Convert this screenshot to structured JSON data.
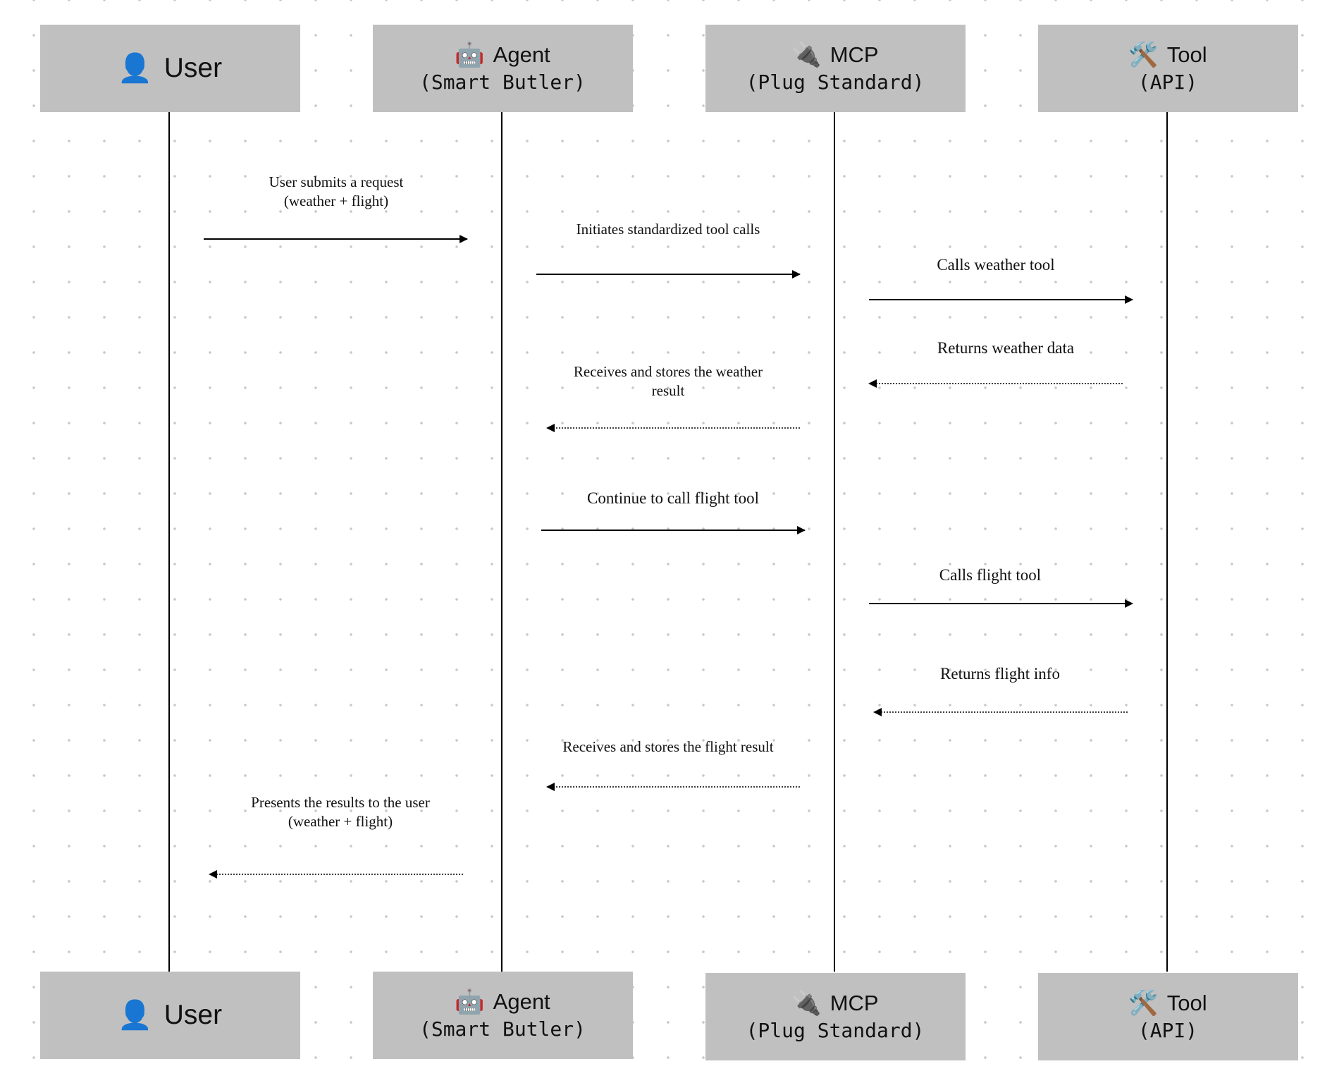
{
  "actors": [
    {
      "id": "user",
      "icon": "👤",
      "name": "User",
      "sub": ""
    },
    {
      "id": "agent",
      "icon": "🤖",
      "name": "Agent",
      "sub": "(Smart Butler)"
    },
    {
      "id": "mcp",
      "icon": "🔌",
      "name": "MCP",
      "sub": "(Plug Standard)"
    },
    {
      "id": "tool",
      "icon": "🛠️",
      "name": "Tool",
      "sub": "(API)"
    }
  ],
  "messages": [
    {
      "from": "user",
      "to": "agent",
      "style": "solid",
      "label": "User submits a request\n(weather + flight)"
    },
    {
      "from": "agent",
      "to": "mcp",
      "style": "solid",
      "label": "Initiates standardized tool calls"
    },
    {
      "from": "mcp",
      "to": "tool",
      "style": "solid",
      "label": "Calls weather tool"
    },
    {
      "from": "tool",
      "to": "mcp",
      "style": "dotted",
      "label": "Returns weather data"
    },
    {
      "from": "mcp",
      "to": "agent",
      "style": "dotted",
      "label": "Receives and stores the weather\nresult"
    },
    {
      "from": "agent",
      "to": "mcp",
      "style": "solid",
      "label": "Continue to call flight tool"
    },
    {
      "from": "mcp",
      "to": "tool",
      "style": "solid",
      "label": "Calls flight tool"
    },
    {
      "from": "tool",
      "to": "mcp",
      "style": "dotted",
      "label": "Returns flight info"
    },
    {
      "from": "mcp",
      "to": "agent",
      "style": "dotted",
      "label": "Receives and stores the flight result"
    },
    {
      "from": "agent",
      "to": "user",
      "style": "dotted",
      "label": "Presents the results to the user\n(weather + flight)"
    }
  ],
  "colors": {
    "actor_box": "#c0c0c0",
    "line": "#000000",
    "text": "#111111",
    "grid_dot": "#c8c8c8"
  }
}
